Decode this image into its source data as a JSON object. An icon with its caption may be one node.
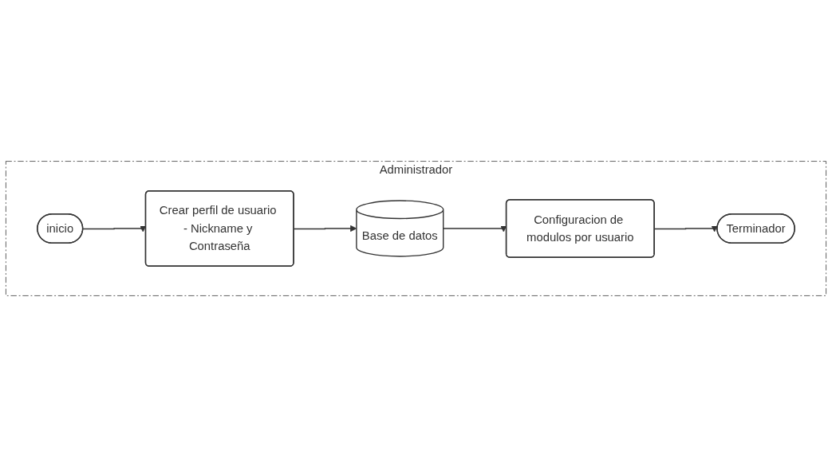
{
  "diagram": {
    "nodes": [
      {
        "text": [
          "Administrador"
        ]
      },
      {
        "text": [
          "inicio"
        ],
        "in": 0
      },
      {
        "text": [
          "Terminador"
        ],
        "in": 0
      },
      {
        "text": [
          "Crear perfil de usuario - Nickname y Contraseña"
        ],
        "in": 0
      },
      {
        "text": [
          "Base de datos"
        ],
        "in": 0
      },
      {
        "text": [
          "Configuracion de modulos por usuario"
        ],
        "in": 0
      }
    ],
    "edges": [
      {
        "from": 1,
        "to": 3,
        "arrow": "to"
      },
      {
        "from": 3,
        "to": 4,
        "arrow": "to"
      },
      {
        "from": 4,
        "to": 5,
        "arrow": "to"
      },
      {
        "from": 5,
        "to": 2,
        "arrow": "to"
      }
    ]
  }
}
